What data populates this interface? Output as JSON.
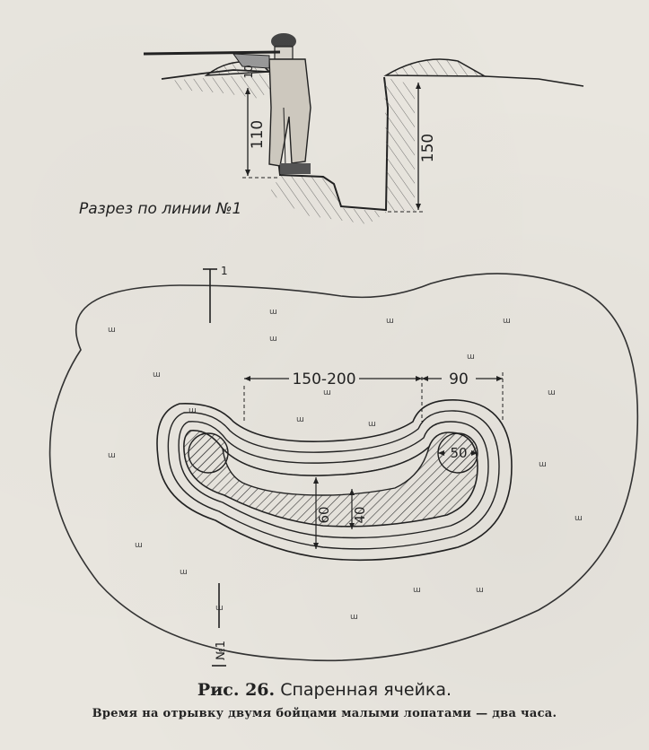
{
  "section": {
    "caption": "Разрез по линии №1",
    "dim_depth_stand": "110",
    "dim_depth_total": "150",
    "dim_rest": "10"
  },
  "plan": {
    "dim_spacing": "150-200",
    "dim_end_width": "90",
    "dim_niche": "50",
    "dim_trench_top": "60",
    "dim_trench_bottom": "40",
    "line_marker_top": "1",
    "line_marker_bottom": "№1"
  },
  "figure": {
    "label": "Рис. 26.",
    "title": "Спаренная ячейка.",
    "subtitle": "Время на отрывку двумя бойцами малыми лопатами — два часа."
  },
  "colors": {
    "ink": "#222222",
    "paper": "#e9e6df"
  }
}
